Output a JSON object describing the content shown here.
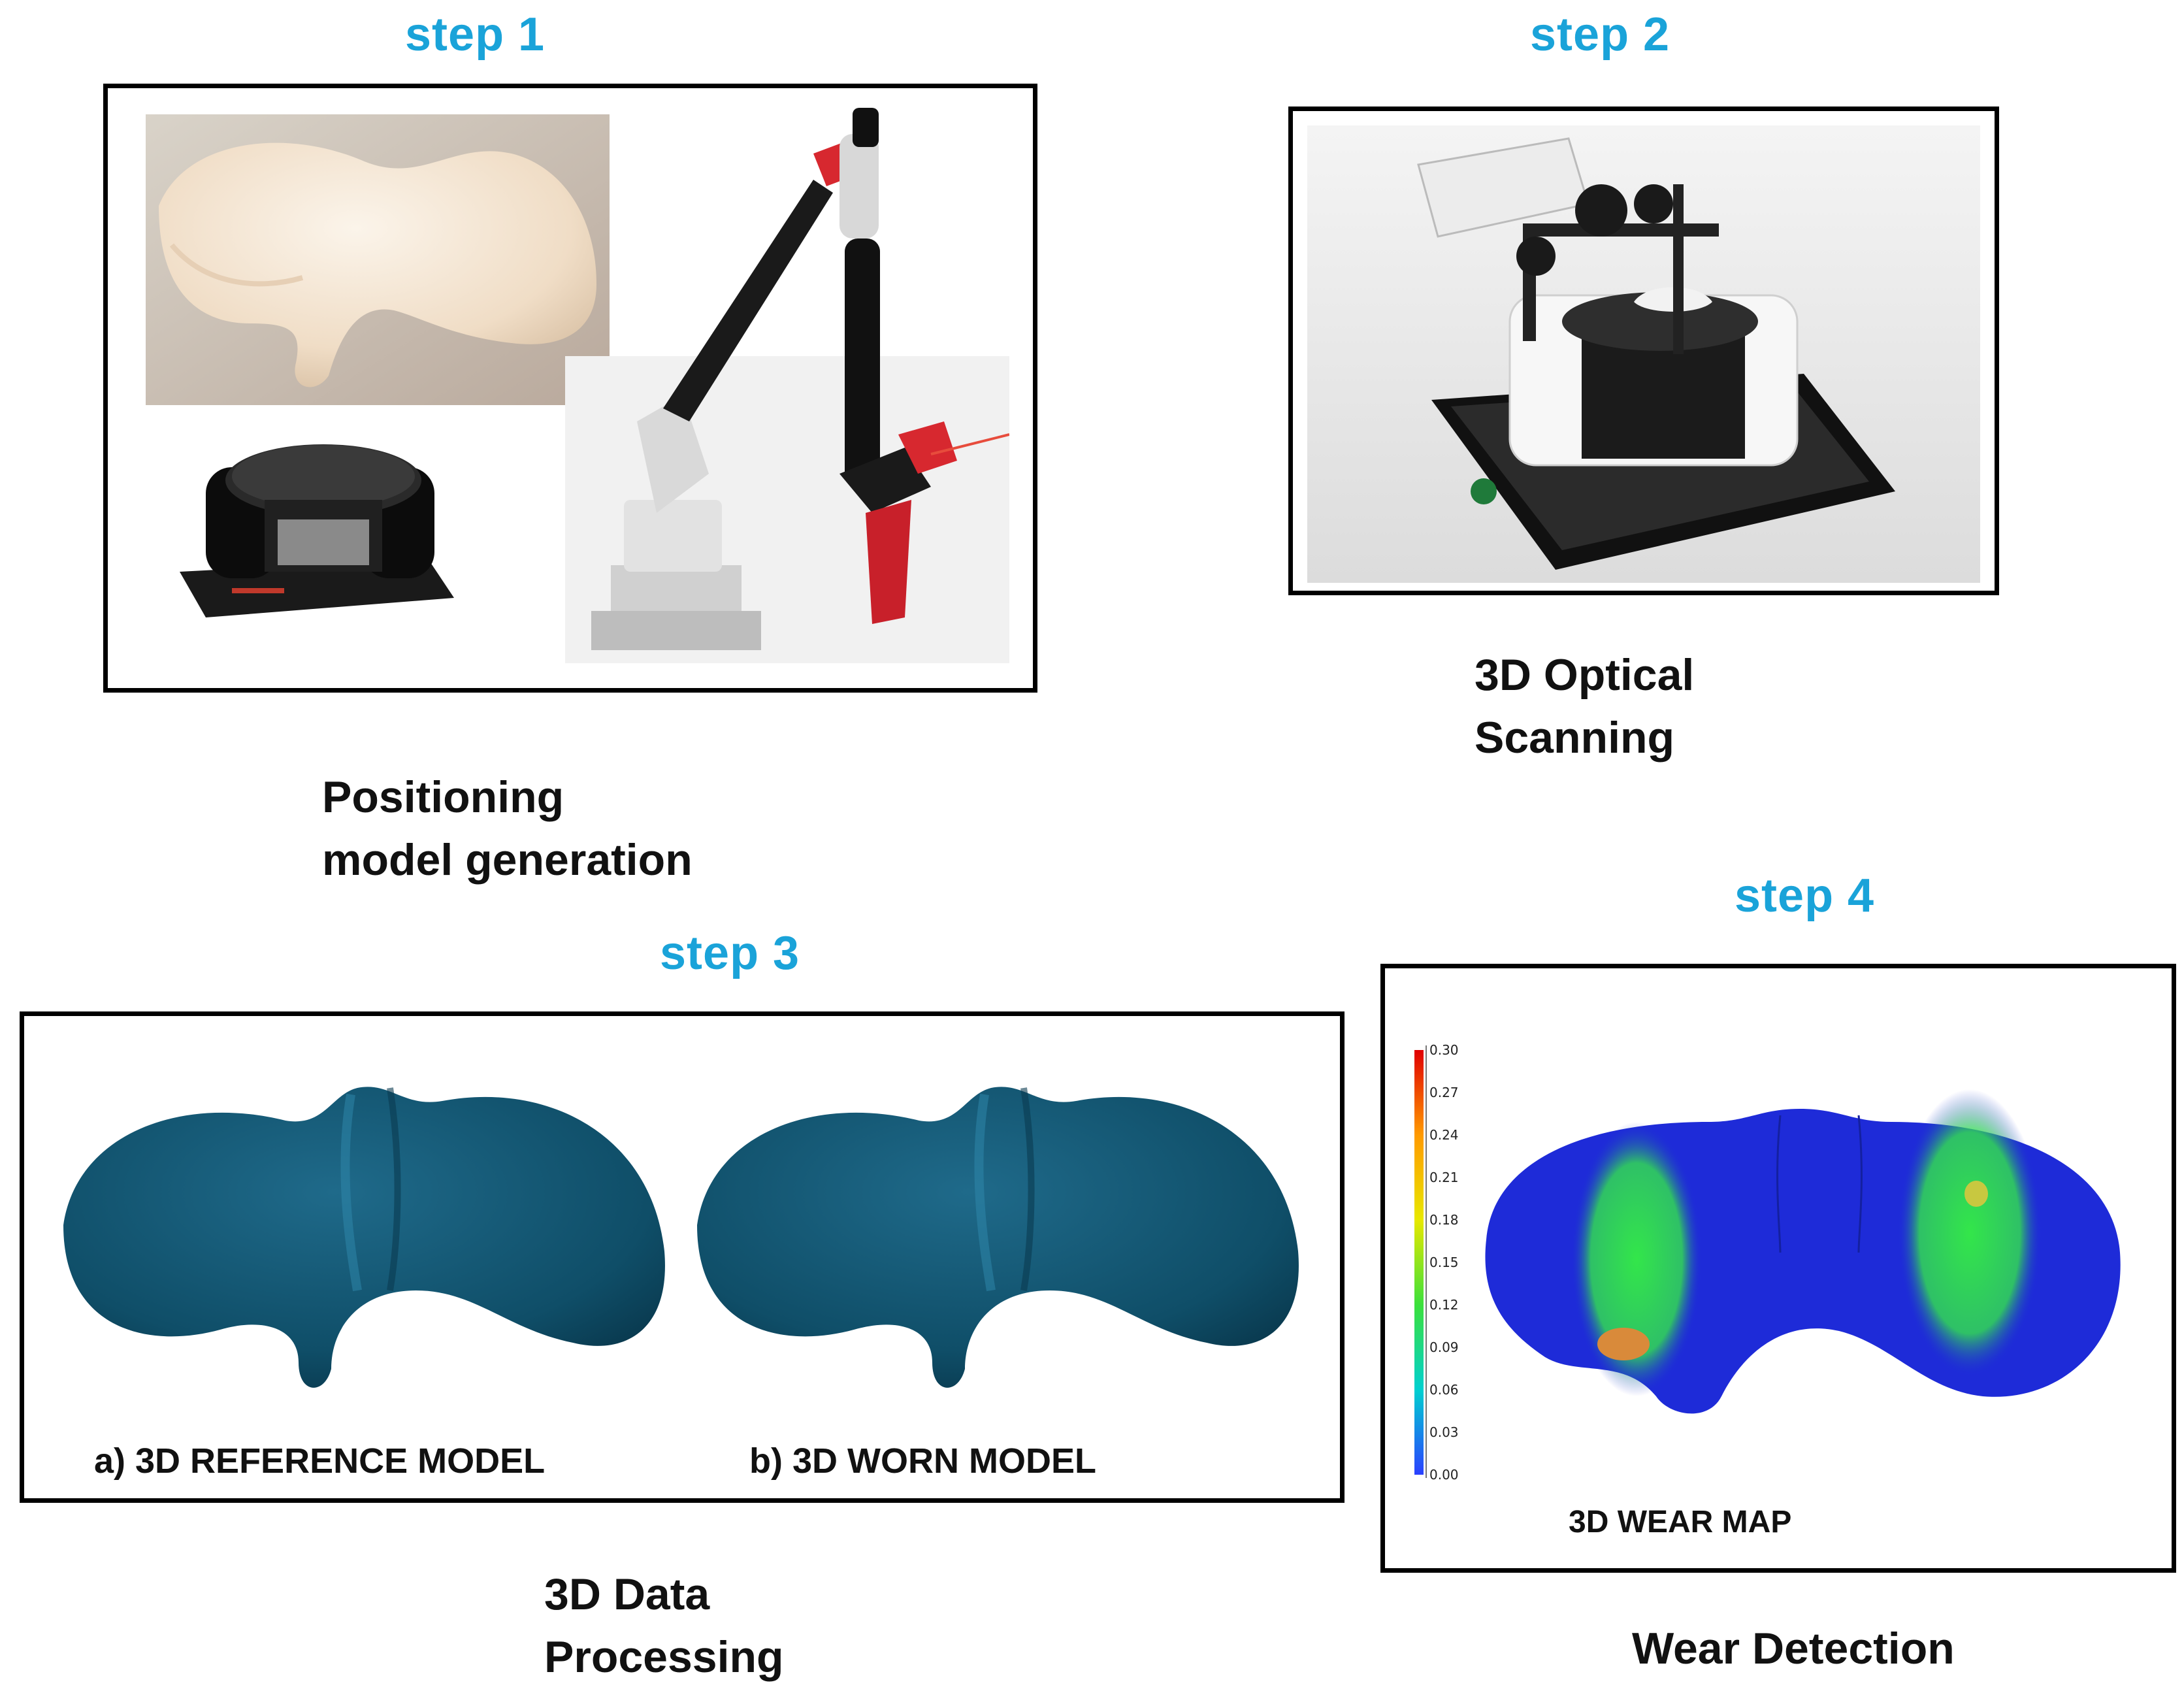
{
  "steps": {
    "step1": {
      "label": "step  1",
      "caption_line1": "Positioning",
      "caption_line2": "model  generation"
    },
    "step2": {
      "label": "step 2",
      "caption_line1": "3D Optical",
      "caption_line2": "Scanning"
    },
    "step3": {
      "label": "step 3",
      "caption_line1": "3D Data",
      "caption_line2": "Processing",
      "model_a": "a) 3D REFERENCE MODEL",
      "model_b": "b) 3D WORN MODEL"
    },
    "step4": {
      "label": "step   4",
      "caption": "Wear Detection",
      "map_label": "3D WEAR MAP",
      "scale": [
        "0.30",
        "0.27",
        "0.24",
        "0.21",
        "0.18",
        "0.15",
        "0.12",
        "0.09",
        "0.06",
        "0.03",
        "0.00"
      ]
    }
  },
  "colors": {
    "step_label": "#1aa3d9",
    "model_fill": "#0f4e68",
    "wear_base": "#1e2bd8",
    "wear_hot": "#33e64a"
  },
  "icons": [
    "femoral-component-photo",
    "rotary-table-photo",
    "measuring-arm-photo",
    "optical-scanner-photo"
  ]
}
